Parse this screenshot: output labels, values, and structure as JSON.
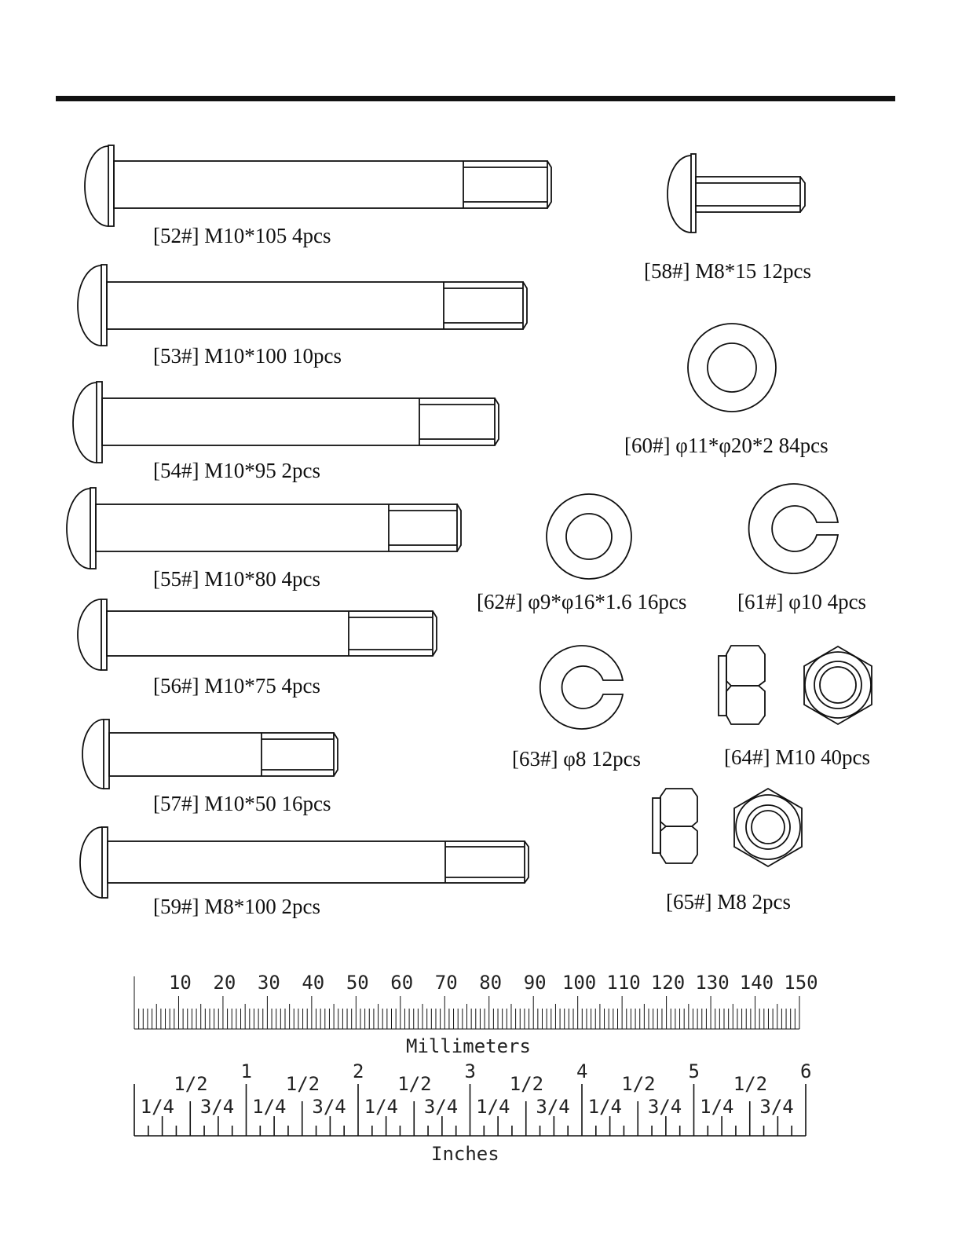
{
  "parts": {
    "p52": "[52#] M10*105 4pcs",
    "p53": "[53#] M10*100 10pcs",
    "p54": "[54#] M10*95 2pcs",
    "p55": "[55#] M10*80 4pcs",
    "p56": "[56#] M10*75 4pcs",
    "p57": "[57#] M10*50 16pcs",
    "p59": "[59#] M8*100 2pcs",
    "p58": "[58#] M8*15 12pcs",
    "p60": "[60#] φ11*φ20*2 84pcs",
    "p62": "[62#] φ9*φ16*1.6 16pcs",
    "p61": "[61#] φ10 4pcs",
    "p63": "[63#] φ8 12pcs",
    "p64": "[64#] M10 40pcs",
    "p65": "[65#] M8 2pcs"
  },
  "ruler_mm": {
    "caption": "Millimeters",
    "labels": [
      "10",
      "20",
      "30",
      "40",
      "50",
      "60",
      "70",
      "80",
      "90",
      "100",
      "110",
      "120",
      "130",
      "140",
      "150"
    ]
  },
  "ruler_in": {
    "caption": "Inches",
    "whole": [
      "1",
      "2",
      "3",
      "4",
      "5",
      "6"
    ],
    "half": "1/2",
    "quarter": "1/4",
    "three_quarter": "3/4"
  }
}
